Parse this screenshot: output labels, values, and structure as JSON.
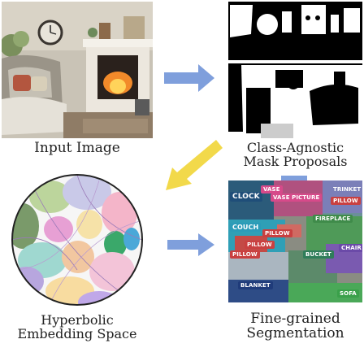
{
  "captions": {
    "input": "Input Image",
    "mask_line1": "Class-Agnostic",
    "mask_line2": "Mask Proposals",
    "hyper_line1": "Hyperbolic",
    "hyper_line2": "Embedding Space",
    "fine_line1": "Fine-grained",
    "fine_line2": "Segmentation"
  },
  "labels": {
    "clock": "CLOCK",
    "vase": "VASE",
    "vase_picture": "VASE PICTURE",
    "fireplace": "FIREPLACE",
    "pillow_top": "PILLOW",
    "couch": "COUCH",
    "pillow_a": "PILLOW",
    "pillow_b": "PILLOW",
    "bucket": "BUCKET",
    "chair": "CHAIR",
    "blanket": "BLANKET",
    "sofa": "SOFA",
    "trinket": "TRINKET",
    "pillow_c": "PILLOW"
  },
  "colors": {
    "arrow_blue": "#7f9fdc",
    "arrow_yellow": "#f2d94a",
    "clock": "#1f4e79",
    "vase": "#d64a8a",
    "fireplace": "#3f8b4a",
    "couch": "#2b9bb8",
    "pillow": "#c94040",
    "bucket": "#2f7d5a",
    "chair": "#6b4aa8",
    "blanket": "#1f3b7a",
    "sofa": "#3aa04a"
  }
}
